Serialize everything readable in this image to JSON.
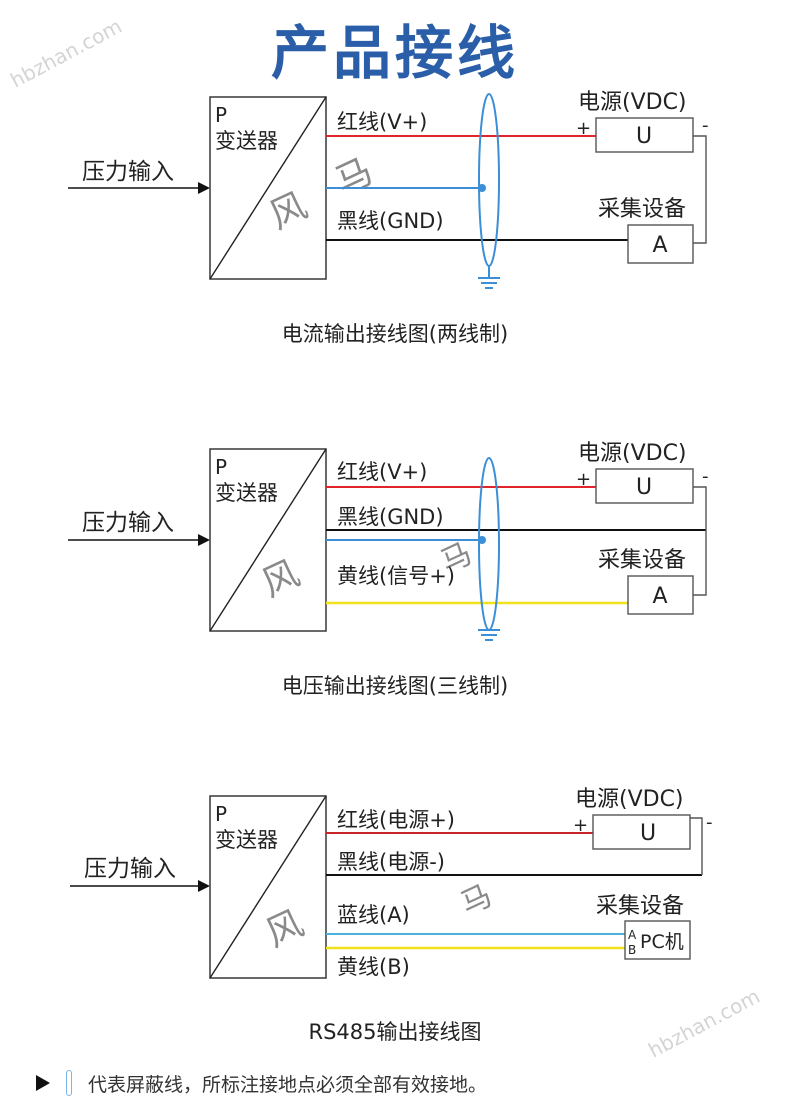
{
  "title": "产品接线",
  "watermarks": {
    "site": "hbzhan.com",
    "brand": [
      "风",
      "马"
    ]
  },
  "colors": {
    "title": "#2b5ea8",
    "red_wire": "#e0262b",
    "black_wire": "#111111",
    "blue_wire": "#3a8fd6",
    "yellow_wire": "#f1e21c",
    "cyan_wire": "#4bb3d9",
    "shield": "#3a8fd6",
    "box": "#444444"
  },
  "icons": {
    "arrow": "filled-triangle-arrow-icon",
    "shield": "shield-ellipse-icon",
    "ground": "ground-symbol-icon",
    "bullet": "play-triangle-icon"
  },
  "diagrams": [
    {
      "input_label": "压力输入",
      "transmitter": {
        "p": "P",
        "name": "变送器"
      },
      "wires": [
        {
          "label": "红线(V+)"
        },
        {
          "label": "黑线(GND)"
        }
      ],
      "power": {
        "label": "电源(VDC)",
        "box": "U",
        "plus": "+",
        "minus": "-"
      },
      "device": {
        "label": "采集设备",
        "box": "A"
      },
      "caption": "电流输出接线图(两线制)"
    },
    {
      "input_label": "压力输入",
      "transmitter": {
        "p": "P",
        "name": "变送器"
      },
      "wires": [
        {
          "label": "红线(V+)"
        },
        {
          "label": "黑线(GND)"
        },
        {
          "label": "黄线(信号+)"
        }
      ],
      "power": {
        "label": "电源(VDC)",
        "box": "U",
        "plus": "+",
        "minus": "-"
      },
      "device": {
        "label": "采集设备",
        "box": "A"
      },
      "caption": "电压输出接线图(三线制)"
    },
    {
      "input_label": "压力输入",
      "transmitter": {
        "p": "P",
        "name": "变送器"
      },
      "wires": [
        {
          "label": "红线(电源+)"
        },
        {
          "label": "黑线(电源-)"
        },
        {
          "label": "蓝线(A)"
        },
        {
          "label": "黄线(B)"
        }
      ],
      "power": {
        "label": "电源(VDC)",
        "box": "U",
        "plus": "+",
        "minus": "-"
      },
      "device": {
        "label": "采集设备",
        "box": "PC机",
        "pin_a": "A",
        "pin_b": "B"
      },
      "caption": "RS485输出接线图"
    }
  ],
  "note": "代表屏蔽线，所标注接地点必须全部有效接地。"
}
